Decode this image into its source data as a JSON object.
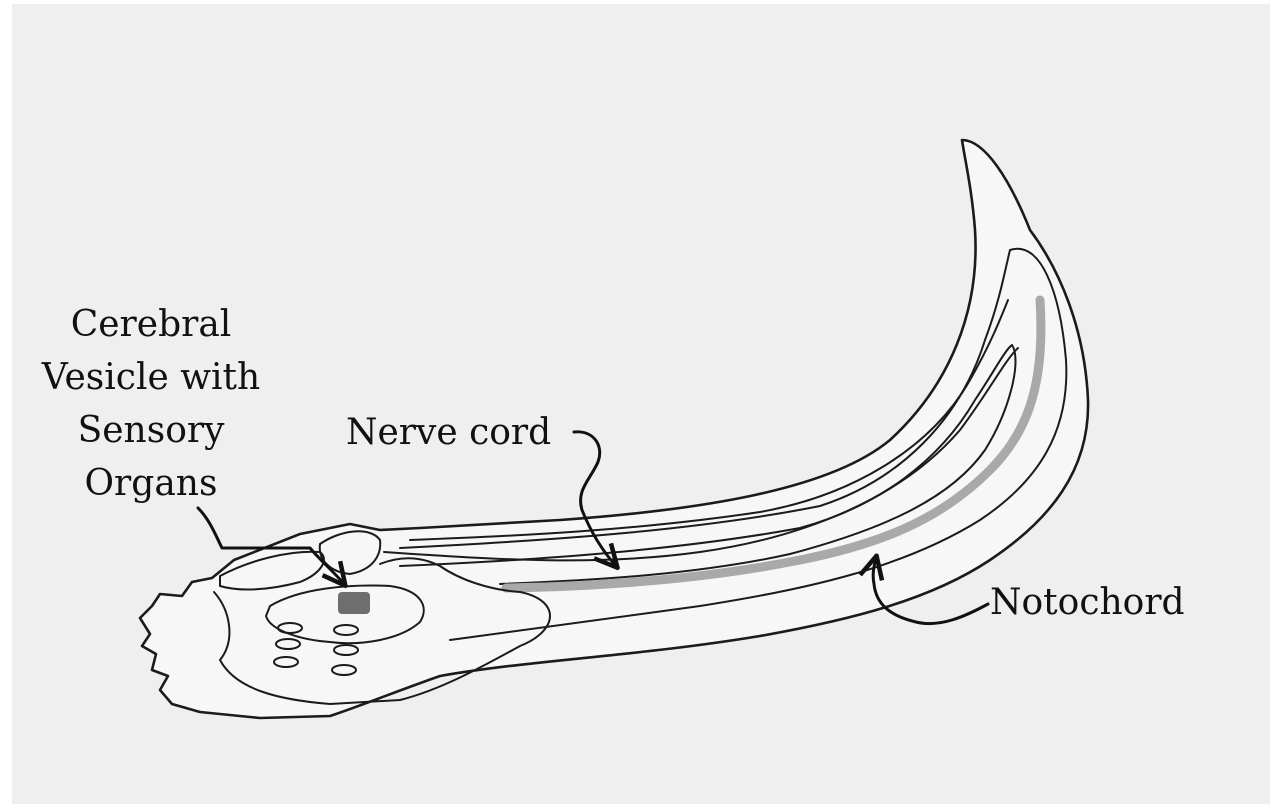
{
  "labels": {
    "cerebral_vesicle": [
      "Cerebral",
      "Vesicle with",
      "Sensory",
      "Organs"
    ],
    "nerve_cord": "Nerve cord",
    "notochord": "Notochord"
  },
  "colors": {
    "background": "#efefef",
    "body_fill": "#f7f7f7",
    "outline": "#1b1b1b",
    "notochord": "#a9a9a9",
    "sensory_organ": "#6e6e6e"
  }
}
